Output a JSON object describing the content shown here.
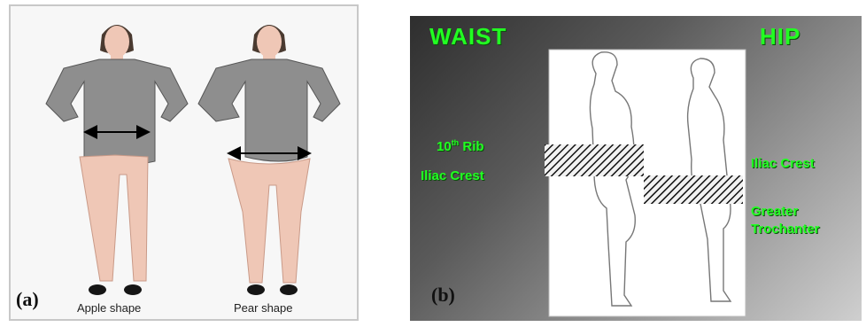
{
  "panel_a": {
    "label": "(a)",
    "apple_caption": "Apple shape",
    "pear_caption": "Pear shape",
    "colors": {
      "shirt": "#8e8e8e",
      "skin": "#efc7b6",
      "shoe": "#151515",
      "hair": "#4a3a30"
    }
  },
  "panel_b": {
    "label": "(b)",
    "waist_title": "WAIST",
    "hip_title": "HIP",
    "waist_landmark_top_prefix": "10",
    "waist_landmark_top_sup": "th",
    "waist_landmark_top_suffix": " Rib",
    "waist_landmark_bottom": "Iliac Crest",
    "hip_landmark_top": "Iliac Crest",
    "hip_landmark_bottom_1": "Greater",
    "hip_landmark_bottom_2": "Trochanter",
    "colors": {
      "text": "#22ff22"
    }
  }
}
